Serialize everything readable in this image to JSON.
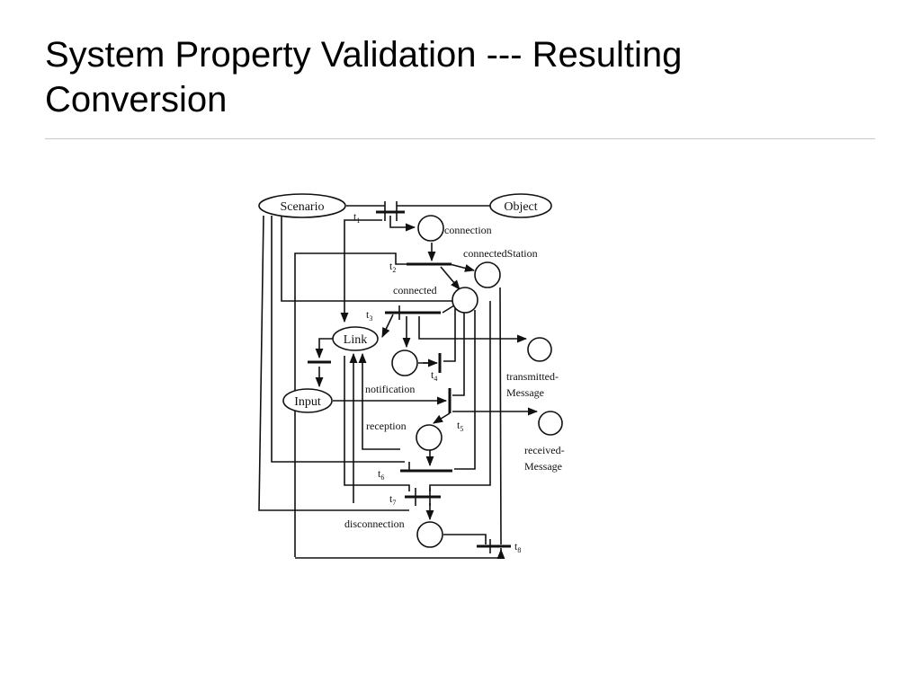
{
  "slide": {
    "title_line1": "System Property Validation --- Resulting",
    "title_line2": "Conversion"
  },
  "diagram": {
    "ovals": {
      "scenario": "Scenario",
      "object": "Object",
      "link": "Link",
      "input": "Input"
    },
    "places": {
      "connection": "connection",
      "connected_station": "connectedStation",
      "connected": "connected",
      "transmitted_message_1": "transmitted-",
      "transmitted_message_2": "Message",
      "notification": "notification",
      "reception": "reception",
      "received_message_1": "received-",
      "received_message_2": "Message",
      "disconnection": "disconnection"
    },
    "transitions": {
      "t1": "1",
      "t2": "2",
      "t3": "3",
      "t4": "4",
      "t5": "5",
      "t6": "6",
      "t7": "7",
      "t8": "8",
      "prefix": "t"
    }
  }
}
